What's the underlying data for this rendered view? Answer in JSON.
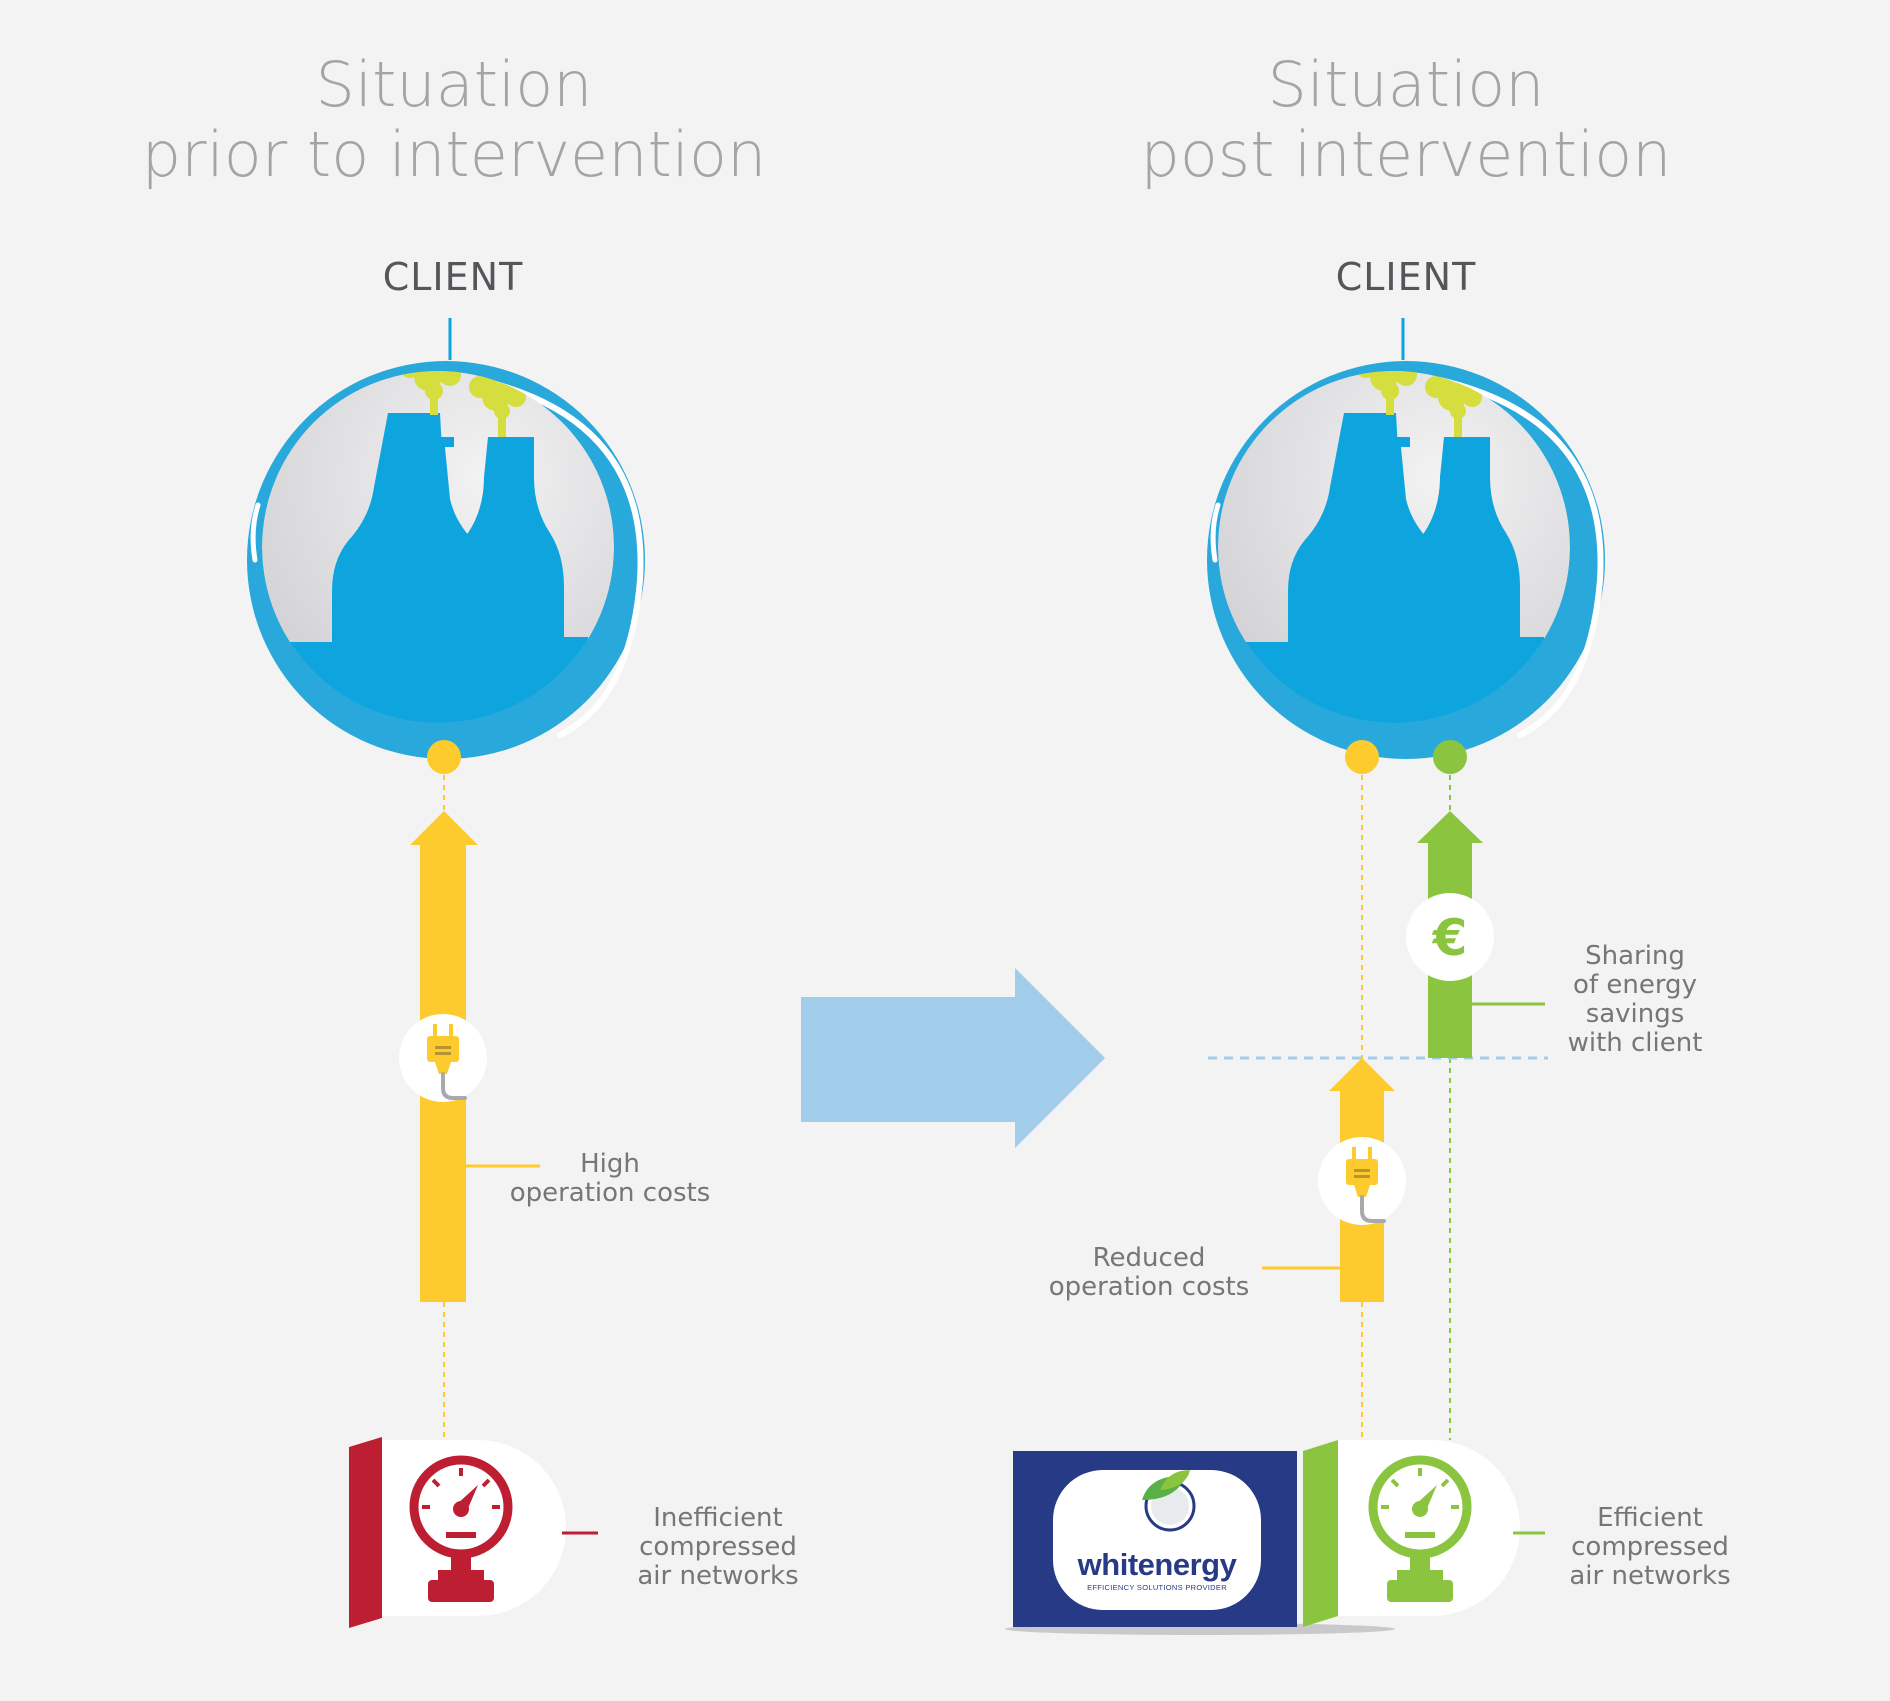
{
  "before": {
    "title": "Situation\nprior to intervention",
    "client_label": "CLIENT",
    "cost_label": "High\noperation costs",
    "network_label": "Inefficient\ncompressed\nair networks"
  },
  "after": {
    "title": "Situation\npost intervention",
    "client_label": "CLIENT",
    "cost_label": "Reduced\noperation costs",
    "savings_label": "Sharing\nof energy\nsavings\nwith client",
    "network_label": "Efficient\ncompressed\nair networks",
    "savings_symbol": "€"
  },
  "brand": {
    "name": "whitenergy",
    "tagline": "EFFICIENCY SOLUTIONS PROVIDER"
  },
  "colors": {
    "client_blue": "#0ea5de",
    "cost_yellow": "#fecb2f",
    "savings_green": "#8bc53f",
    "inefficient_red": "#bd1e32",
    "transition_arrow": "#a2cdea",
    "brand_navy": "#273a86",
    "smoke": "#d5de3e"
  },
  "icons": {
    "client": "factory-icon",
    "cost": "power-plug-icon",
    "savings": "euro-icon",
    "network": "pressure-gauge-icon",
    "brand": "leaf-globe-icon"
  }
}
